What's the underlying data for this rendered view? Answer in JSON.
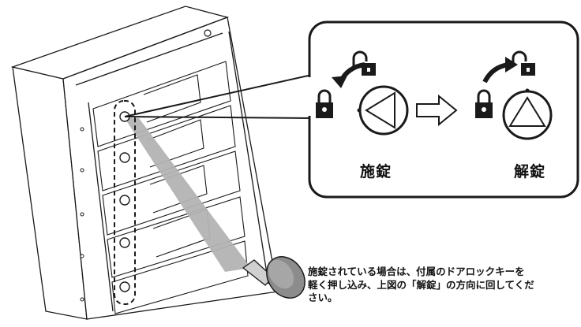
{
  "diagram": {
    "callout": {
      "lock_label": "施錠",
      "unlock_label": "解錠"
    },
    "caption": {
      "line1": "施錠されている場合は、付属のドアロックキーを",
      "line2": "軽く押し込み、上図の「解錠」の方向に回してくだ",
      "line3": "さい。"
    },
    "icons": [
      "padlock-open-icon",
      "padlock-closed-icon",
      "rotate-left-arrow-icon",
      "rotate-right-arrow-icon",
      "right-arrow-icon",
      "key-icon"
    ],
    "colors": {
      "line": "#1a1a1a",
      "beam": "#b3b3b3",
      "enclosure": "#ffffff",
      "key": "#8c8c8c"
    }
  }
}
